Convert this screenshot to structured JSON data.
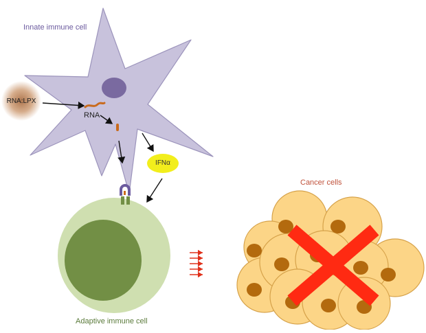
{
  "labels": {
    "innate_cell": "Innate immune cell",
    "rna_lpx": "RNA:LPX",
    "rna": "RNA",
    "ifn": "IFNα",
    "cancer_cells": "Cancer cells",
    "adaptive_cell": "Adaptive immune cell"
  },
  "colors": {
    "innate_cell_fill": "#c8c2dc",
    "innate_cell_stroke": "#9b93bb",
    "nucleus_purple": "#7a6aa0",
    "ifn_yellow": "#f2ee1c",
    "adaptive_outer": "#cfdfb0",
    "adaptive_inner": "#728f45",
    "cancer_fill": "#fcd587",
    "cancer_stroke": "#d6a24a",
    "cancer_nucleus": "#b36a0e",
    "cross_red": "#ff2a12",
    "rna_orange": "#c96a1c",
    "arrow_black": "#111111",
    "small_arrow_red": "#e0301a"
  }
}
